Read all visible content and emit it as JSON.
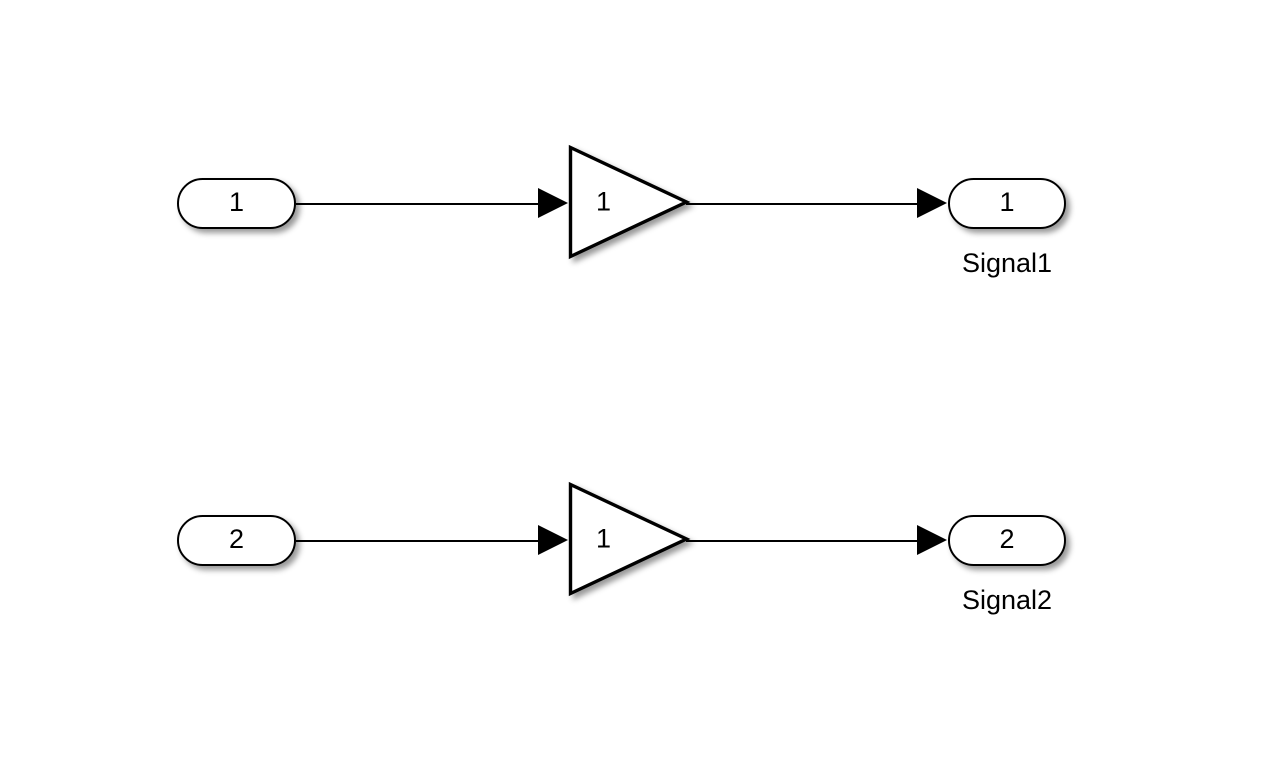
{
  "diagram": {
    "type": "simulink-block-diagram",
    "background_color": "#ffffff",
    "line_color": "#000000",
    "block_fill": "#ffffff",
    "rows": [
      {
        "id": "row-1",
        "inport": {
          "number": "1"
        },
        "gain": {
          "value": "1"
        },
        "outport": {
          "number": "1",
          "label": "Signal1"
        }
      },
      {
        "id": "row-2",
        "inport": {
          "number": "2"
        },
        "gain": {
          "value": "1"
        },
        "outport": {
          "number": "2",
          "label": "Signal2"
        }
      }
    ]
  }
}
